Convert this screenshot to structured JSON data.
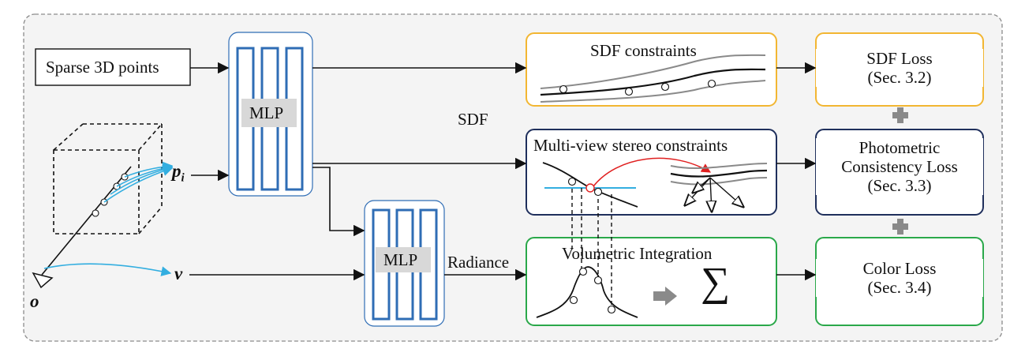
{
  "inputs": {
    "sparse_points": "Sparse 3D points",
    "point_label": "p",
    "point_subscript": "i",
    "view_label": "v",
    "origin_label": "o"
  },
  "networks": {
    "sdf_mlp": "MLP",
    "color_mlp": "MLP"
  },
  "edges": {
    "sdf": "SDF",
    "radiance": "Radiance"
  },
  "modules": {
    "sdf_constraints": "SDF constraints",
    "mvs_constraints": "Multi-view stereo constraints",
    "volumetric": "Volumetric Integration",
    "sum_symbol": "∑"
  },
  "losses": {
    "sdf_loss": [
      "SDF Loss",
      "(Sec. 3.2)"
    ],
    "photo_loss": [
      "Photometric",
      "Consistency Loss",
      "(Sec. 3.3)"
    ],
    "color_loss": [
      "Color Loss",
      "(Sec. 3.4)"
    ]
  },
  "colors": {
    "sdf_border": "#f2b632",
    "mvs_border": "#1f2f5c",
    "color_border": "#2aa84a",
    "mlp_border": "#2f6db5",
    "ray_blue": "#33aee0",
    "red_arrow": "#e02020",
    "plus_gray": "#8a8a8a"
  }
}
